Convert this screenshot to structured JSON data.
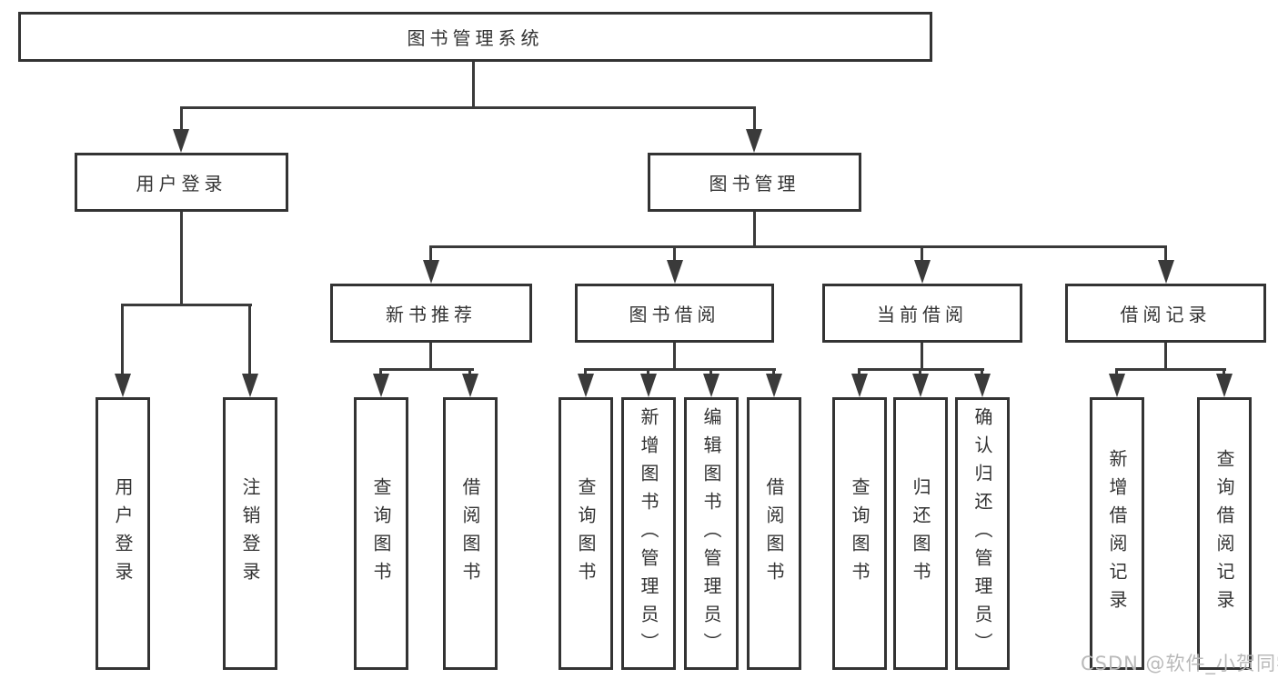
{
  "tree": {
    "root": "图书管理系统",
    "branches": [
      {
        "label": "用户登录",
        "children": [
          {
            "label": "用户登录"
          },
          {
            "label": "注销登录"
          }
        ]
      },
      {
        "label": "图书管理",
        "children": [
          {
            "label": "新书推荐",
            "children": [
              {
                "label": "查询图书"
              },
              {
                "label": "借阅图书"
              }
            ]
          },
          {
            "label": "图书借阅",
            "children": [
              {
                "label": "查询图书"
              },
              {
                "label": "新增图书（管理员）"
              },
              {
                "label": "编辑图书（管理员）"
              },
              {
                "label": "借阅图书"
              }
            ]
          },
          {
            "label": "当前借阅",
            "children": [
              {
                "label": "查询图书"
              },
              {
                "label": "归还图书"
              },
              {
                "label": "确认归还（管理员）"
              }
            ]
          },
          {
            "label": "借阅记录",
            "children": [
              {
                "label": "新增借阅记录"
              },
              {
                "label": "查询借阅记录"
              }
            ]
          }
        ]
      }
    ]
  },
  "watermark": {
    "text": "CSDN @软件_小贺同学",
    "color": "#b9b9b9"
  },
  "colors": {
    "line": "#3a3a3a",
    "box_border": "#333333",
    "text": "#333333",
    "background": "#ffffff"
  }
}
